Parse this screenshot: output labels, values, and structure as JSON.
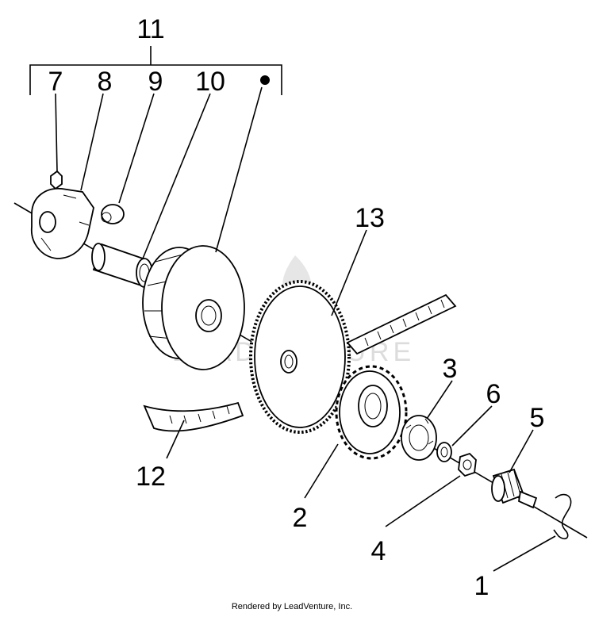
{
  "callouts": {
    "c1": "1",
    "c2": "2",
    "c3": "3",
    "c4": "4",
    "c5": "5",
    "c6": "6",
    "c7": "7",
    "c8": "8",
    "c9": "9",
    "c10": "10",
    "c11": "11",
    "c12": "12",
    "c13": "13"
  },
  "watermark": "LEADVENTURE",
  "footer": "Rendered by LeadVenture, Inc."
}
